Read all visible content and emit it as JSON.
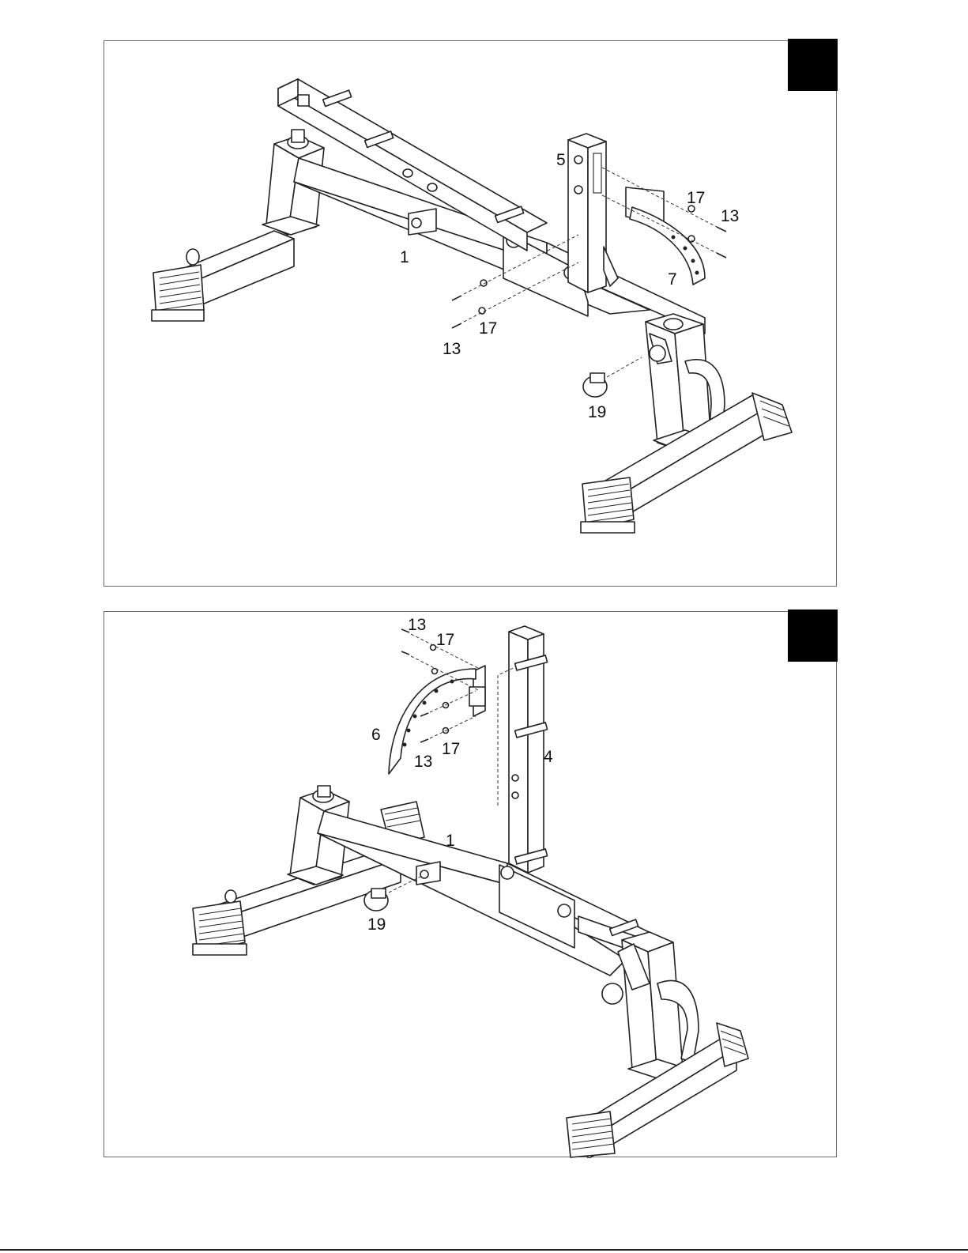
{
  "panels": [
    {
      "step_box_color": "#000000",
      "part_labels": [
        "5",
        "17",
        "13",
        "1",
        "7",
        "17",
        "13",
        "19"
      ]
    },
    {
      "step_box_color": "#000000",
      "part_labels": [
        "13",
        "17",
        "6",
        "13",
        "17",
        "4",
        "1",
        "19"
      ]
    }
  ]
}
